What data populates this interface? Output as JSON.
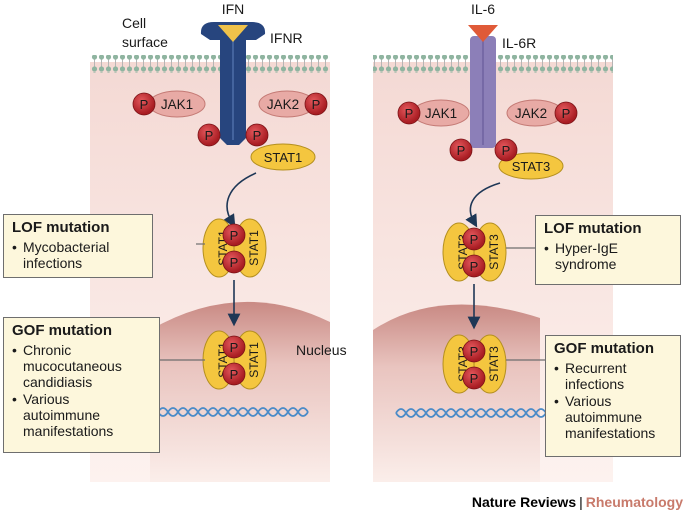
{
  "cell_surface_label": "Cell\nsurface",
  "nucleus_label": "Nucleus",
  "left": {
    "ligand": "IFN",
    "receptor": "IFNR",
    "jak_a": "JAK1",
    "jak_b": "JAK2",
    "stat": "STAT1",
    "phospho": "P",
    "lof": {
      "title": "LOF mutation",
      "items": [
        "Mycobacterial\ninfections"
      ]
    },
    "gof": {
      "title": "GOF mutation",
      "items": [
        "Chronic\nmucocutaneous\ncandidiasis",
        "Various\nautoimmune\nmanifestations"
      ]
    }
  },
  "right": {
    "ligand": "IL-6",
    "receptor": "IL-6R",
    "jak_a": "JAK1",
    "jak_b": "JAK2",
    "stat": "STAT3",
    "phospho": "P",
    "lof": {
      "title": "LOF mutation",
      "items": [
        "Hyper-IgE\nsyndrome"
      ]
    },
    "gof": {
      "title": "GOF mutation",
      "items": [
        "Recurrent\ninfections",
        "Various\nautoimmune\nmanifestations"
      ]
    }
  },
  "footer": {
    "journal": "Nature Reviews",
    "separator": "|",
    "section": "Rheumatology"
  },
  "colors": {
    "ifnr": "#27457e",
    "il6r": "#8c7fb8",
    "ligand": "#f0c24a",
    "il6_ligand": "#e05a38",
    "jak": "#e8aaa5",
    "phospho": "#c8262c",
    "stat": "#f4c63f",
    "box": "#fdf7dc",
    "dna": "#4a8bc8"
  }
}
